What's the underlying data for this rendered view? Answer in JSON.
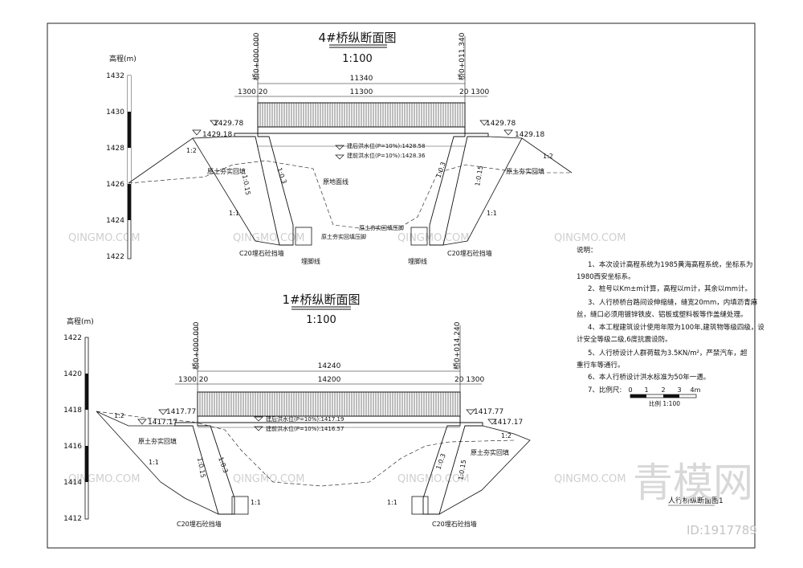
{
  "drawing4": {
    "title": "4#桥纵断面图",
    "scale": "1:100",
    "axis_title": "高程(m)",
    "axis_ticks": [
      "1432",
      "1430",
      "1428",
      "1426",
      "1424",
      "1422"
    ],
    "station_left": "桥0+000.000",
    "station_right": "桥0+011.340",
    "dim_total": "11340",
    "dim_inner": "11300",
    "dim_left": "1300 20",
    "dim_right": "20 1300",
    "elev_left_top": "1429.78",
    "elev_left_low": "1429.18",
    "elev_right_top": "1429.78",
    "elev_right_low": "1429.18",
    "flood1": "建后洪水位(P=10%):1428.58",
    "flood2": "建前洪水位(P=10%):1428.36",
    "slope_12": "1:2",
    "slope_11": "1:1",
    "slope_03": "1:0.3",
    "slope_015": "1:0.15",
    "fill_label": "原土夯实回填",
    "ground_label": "原地面线",
    "fill_foot": "原土夯实回填压脚",
    "toe_label": "埋脚线",
    "wall_label": "C20埋石砼挡墙"
  },
  "drawing1": {
    "title": "1#桥纵断面图",
    "scale": "1:100",
    "axis_title": "高程(m)",
    "axis_ticks": [
      "1422",
      "1420",
      "1418",
      "1416",
      "1414",
      "1412"
    ],
    "station_left": "桥0+000.000",
    "station_right": "桥0+014.240",
    "dim_total": "14240",
    "dim_inner": "14200",
    "dim_left": "1300 20",
    "dim_right": "20 1300",
    "elev_left_top": "1417.77",
    "elev_left_low": "1417.17",
    "elev_right_top": "1417.77",
    "elev_right_low": "1417.17",
    "flood1": "建后洪水位(P=10%):1417.19",
    "flood2": "建前洪水位(P=10%):1416.57",
    "slope_12": "1:2",
    "slope_11": "1:1",
    "slope_03": "1:0.3",
    "slope_015": "1:0.15",
    "fill_label": "原土夯实回填",
    "wall_label": "C20埋石砼挡墙"
  },
  "notes": {
    "heading": "说明：",
    "items": [
      "1、本次设计高程系统为1985黄海高程系统，坐标系为",
      "1980西安坐标系。",
      "2、桩号以Km±m计算，高程以m计，其余以mm计。",
      "3、人行桥桥台路间设伸缩缝，缝宽20mm，内填沥青麻",
      "丝，缝口必须用镀锌铁皮、铝板或塑料板等作盖缝处理。",
      "4、本工程建筑设计使用年限为100年,建筑物等级四级，设",
      "计安全等级二级,6度抗震设防。",
      "5、人行桥设计人群荷载为3.5KN/m²，严禁汽车，超",
      "重行车等通行。",
      "6、本人行桥设计洪水标准为50年一遇。",
      "7、比例尺:"
    ],
    "scalebar_ticks": [
      "0",
      "1",
      "2",
      "3",
      "4m"
    ],
    "scalebar_caption": "比例 1:100",
    "sheet_caption": "人行桥纵断面图1"
  },
  "watermark": {
    "text": "QINGMO.COM",
    "logo": "青模网",
    "id": "ID:1917789"
  }
}
